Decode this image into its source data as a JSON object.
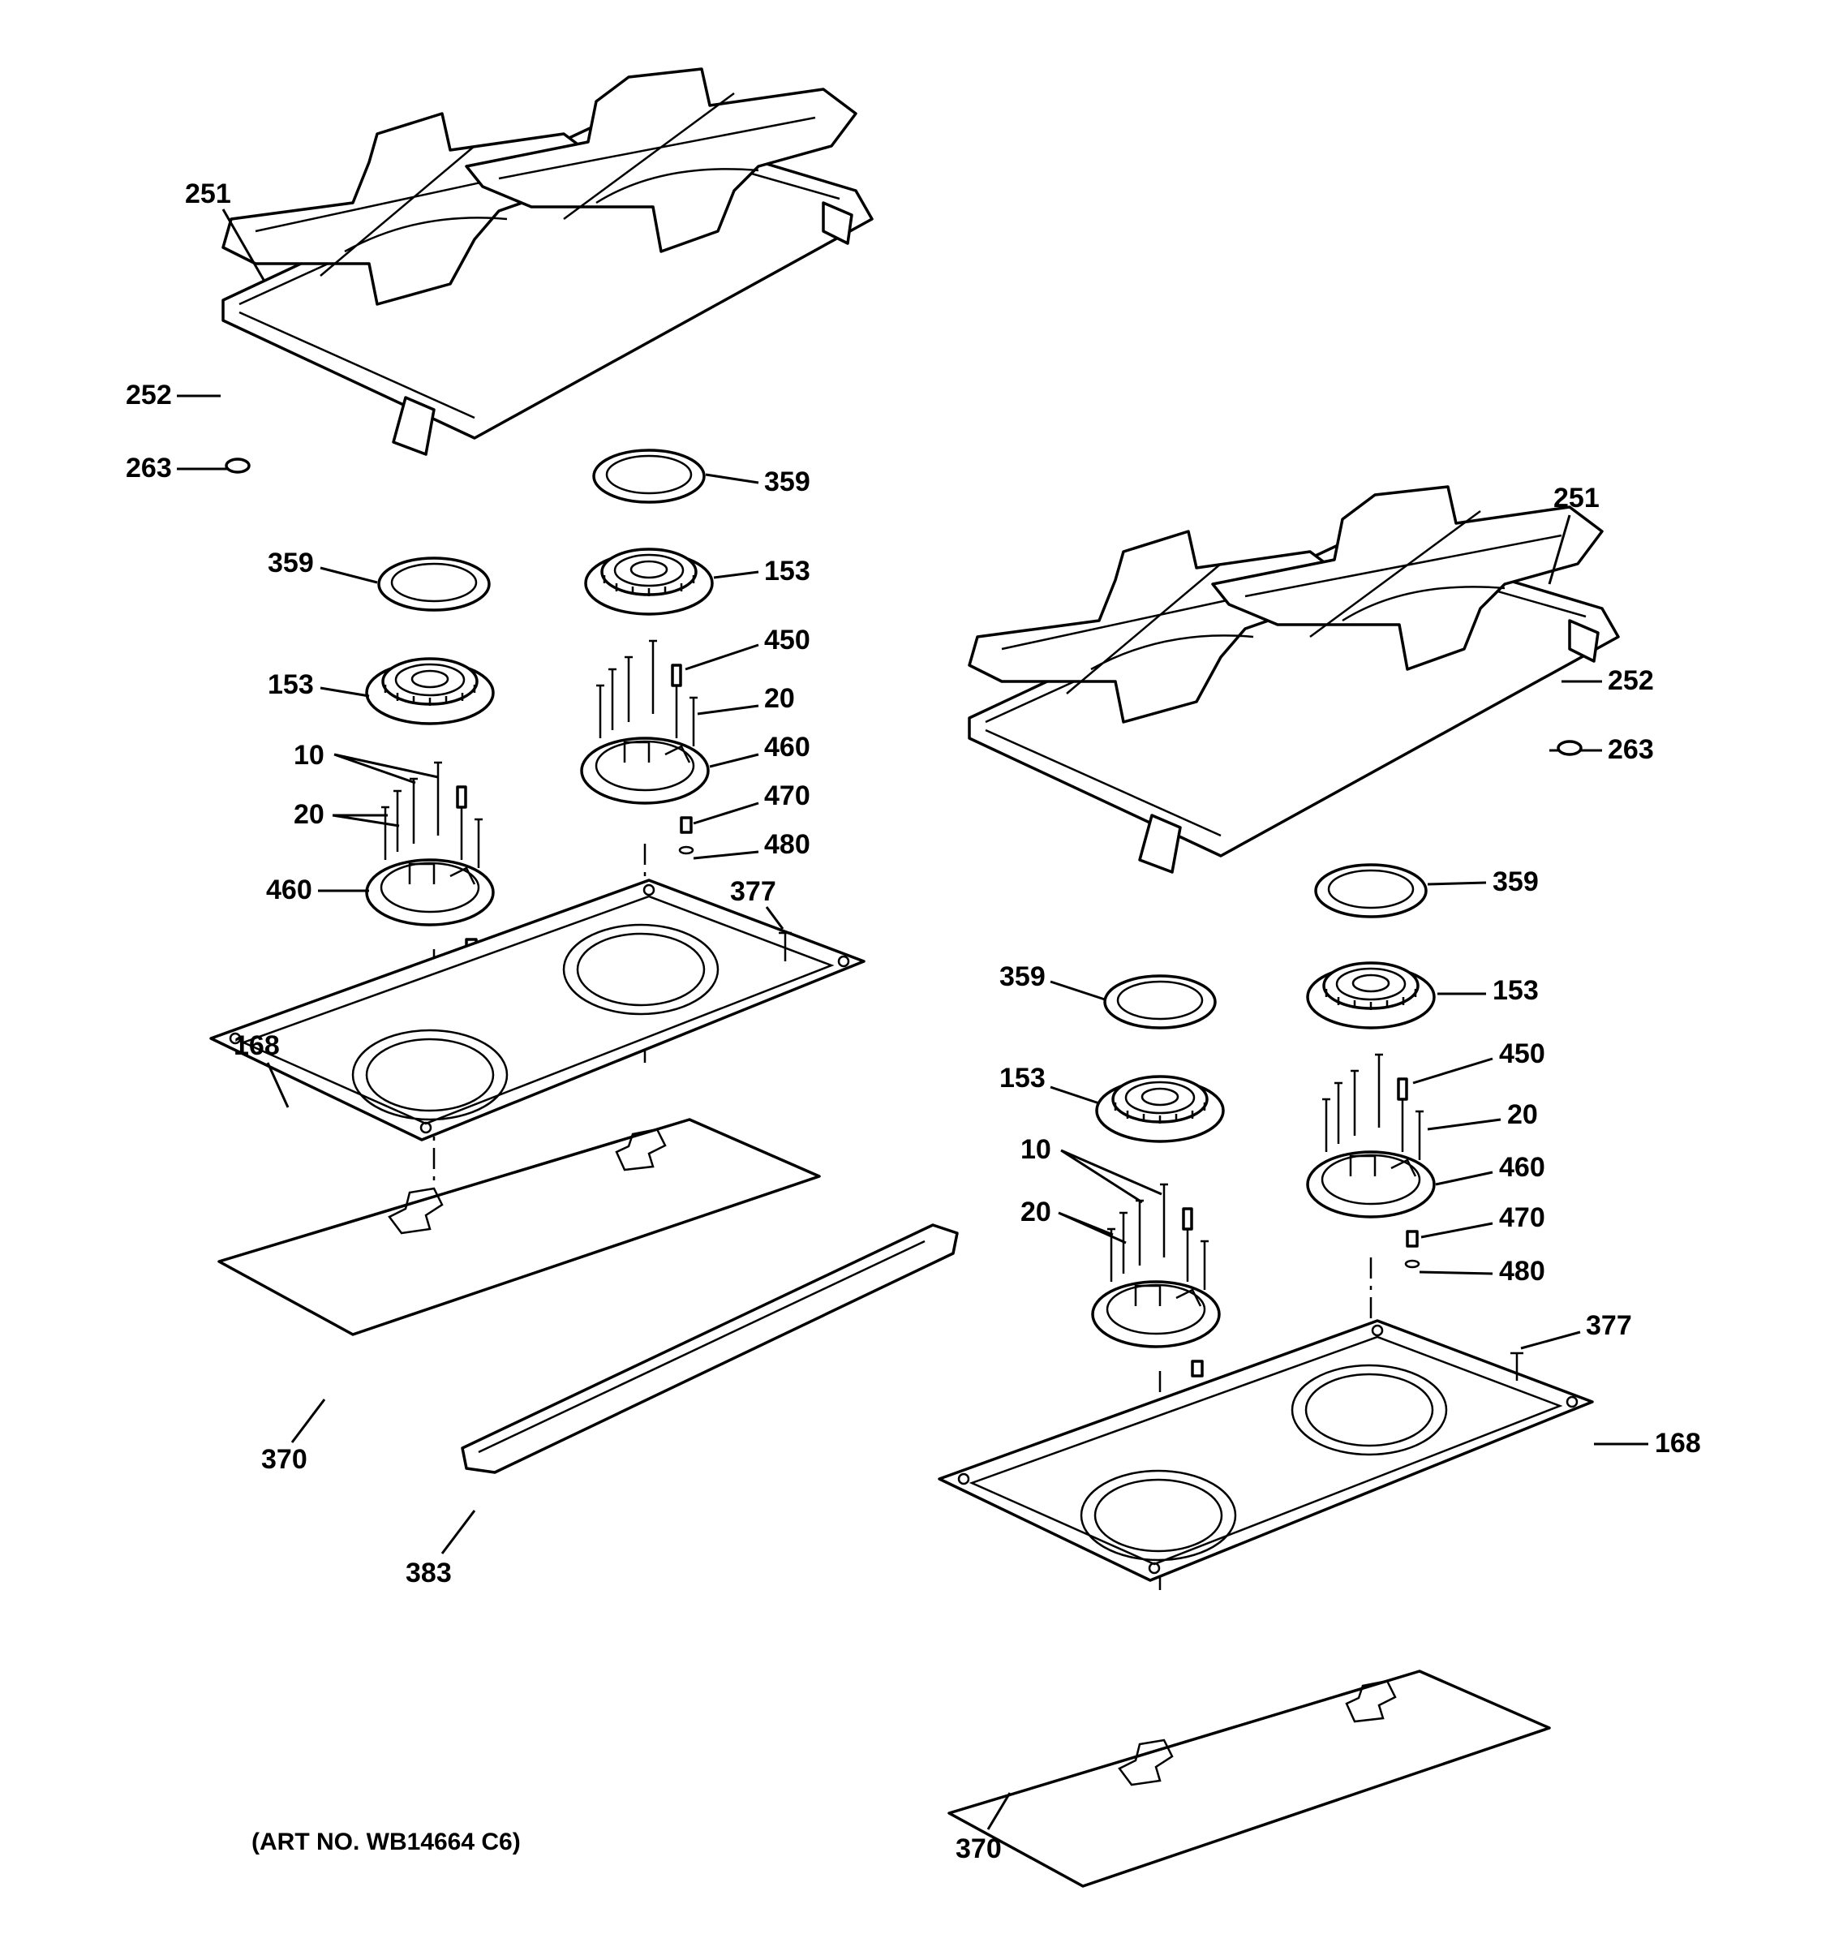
{
  "art_number": "(ART NO. WB14664 C6)",
  "labels": {
    "p251": "251",
    "p252": "252",
    "p263": "263",
    "p359": "359",
    "p153": "153",
    "p450": "450",
    "p20": "20",
    "p10": "10",
    "p460": "460",
    "p470": "470",
    "p480": "480",
    "p377": "377",
    "p168": "168",
    "p370": "370",
    "p383": "383"
  }
}
